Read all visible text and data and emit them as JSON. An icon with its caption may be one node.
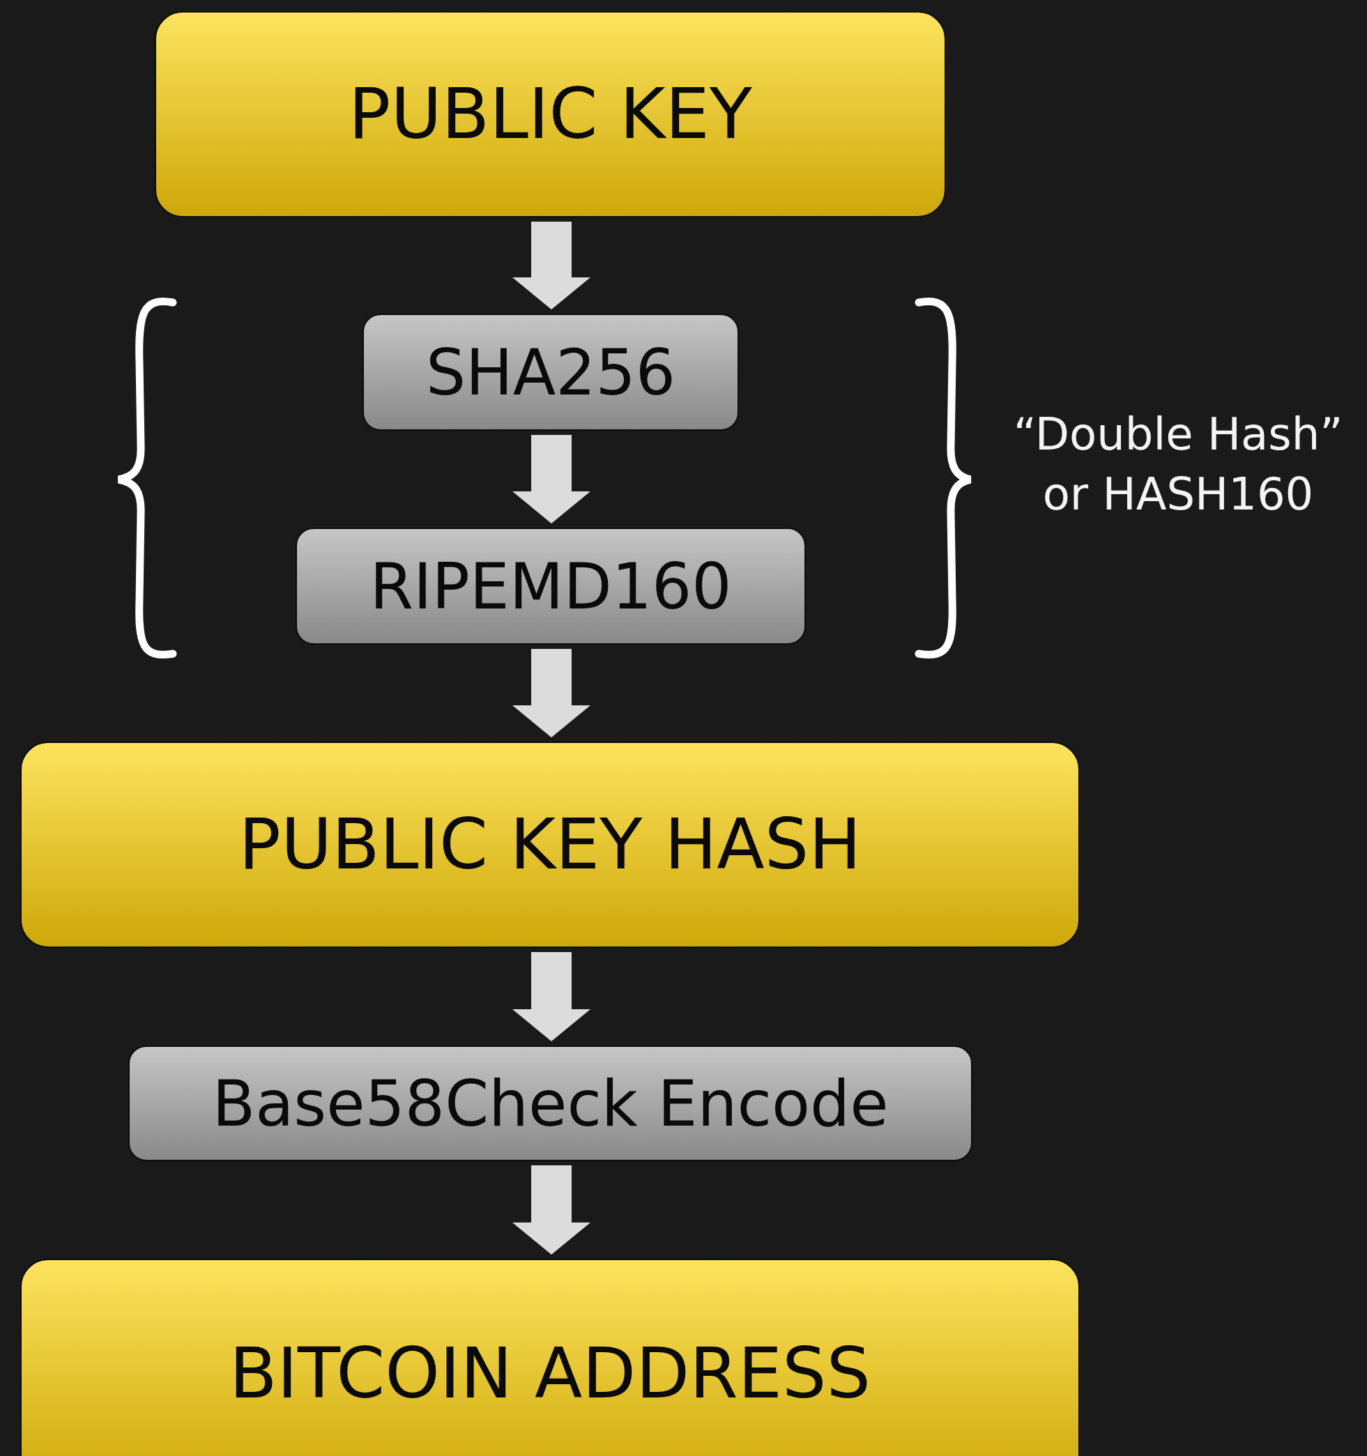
{
  "diagram": {
    "nodes": [
      {
        "text": [
          "PUBLIC KEY"
        ]
      },
      {
        "text": [
          "SHA256"
        ]
      },
      {
        "text": [
          "RIPEMD160"
        ]
      },
      {
        "text": [
          "PUBLIC KEY HASH"
        ]
      },
      {
        "text": [
          "Base58Check Encode"
        ]
      },
      {
        "text": [
          "BITCOIN ADDRESS"
        ]
      }
    ],
    "edges": [
      {
        "from": 0,
        "to": 1,
        "arrow": "to"
      },
      {
        "from": 1,
        "to": 2,
        "arrow": "to"
      },
      {
        "from": 2,
        "to": 3,
        "arrow": "to"
      },
      {
        "from": 3,
        "to": 4,
        "arrow": "to"
      },
      {
        "from": 4,
        "to": 5,
        "arrow": "to"
      }
    ],
    "labels": [
      "“Double Hash” or HASH160"
    ]
  }
}
